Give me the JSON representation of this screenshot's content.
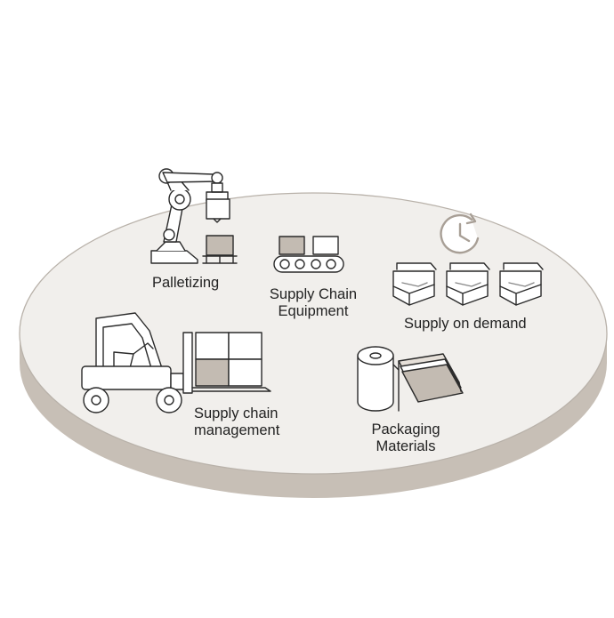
{
  "colors": {
    "platform_top": "#f1efec",
    "platform_side": "#c7bfb6",
    "outline": "#b9b2aa",
    "icon_stroke": "#2a2a2a",
    "icon_fill_dark": "#c3bbb2",
    "accent": "#a89f96"
  },
  "labels": {
    "palletizing": "Palletizing",
    "equipment": [
      "Supply Chain",
      "Equipment"
    ],
    "on_demand": "Supply on demand",
    "management": [
      "Supply chain",
      "management"
    ],
    "packaging": [
      "Packaging",
      "Materials"
    ]
  },
  "icons": [
    "robot-arm-icon",
    "conveyor-icon",
    "clock-refresh-icon",
    "boxes-icon",
    "forklift-icon",
    "roll-sheets-icon"
  ]
}
